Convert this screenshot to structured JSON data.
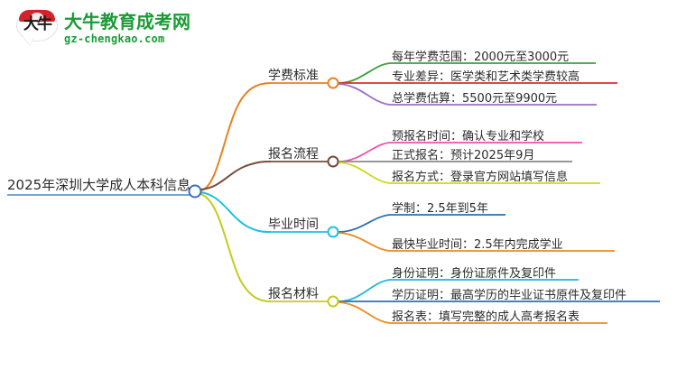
{
  "logo": {
    "mark_text": "大牛",
    "name": "大牛教育成考网",
    "domain": "gz-chengkao.com",
    "brand_color": "#1a9b36",
    "mark_color": "#d3222a"
  },
  "mindmap": {
    "root": {
      "label": "2025年深圳大学成人本科信息",
      "line_color": "#4a86c8",
      "node_color": "#3f6fb5"
    },
    "branches": [
      {
        "label": "学费标准",
        "node_color": "#e8821e",
        "line_color": "#e8821e",
        "leaves": [
          {
            "label": "每年学费范围：2000元至3000元",
            "color": "#3e9e3e"
          },
          {
            "label": "专业差异：医学类和艺术类学费较高",
            "color": "#e02b2b"
          },
          {
            "label": "总学费估算：5500元至9900元",
            "color": "#9b6fc6"
          }
        ]
      },
      {
        "label": "报名流程",
        "node_color": "#7a4b3a",
        "line_color": "#7a4b3a",
        "leaves": [
          {
            "label": "预报名时间：确认专业和学校",
            "color": "#ee4fb0"
          },
          {
            "label": "正式报名：预计2025年9月",
            "color": "#8a8a8a"
          },
          {
            "label": "报名方式：登录官方网站填写信息",
            "color": "#cfd61f"
          }
        ]
      },
      {
        "label": "毕业时间",
        "node_color": "#1fc0e0",
        "line_color": "#1fc0e0",
        "leaves": [
          {
            "label": "学制：2.5年到5年",
            "color": "#2f6fb5"
          },
          {
            "label": "最快毕业时间：2.5年内完成学业",
            "color": "#f08a1e"
          }
        ]
      },
      {
        "label": "报名材料",
        "node_color": "#c4cc1c",
        "line_color": "#c4cc1c",
        "leaves": [
          {
            "label": "身份证明：身份证原件及复印件",
            "color": "#1fb8d8"
          },
          {
            "label": "学历证明：最高学历的毕业证书原件及复印件",
            "color": "#2f6fb5"
          },
          {
            "label": "报名表：填写完整的成人高考报名表",
            "color": "#f08a1e"
          }
        ]
      }
    ]
  }
}
